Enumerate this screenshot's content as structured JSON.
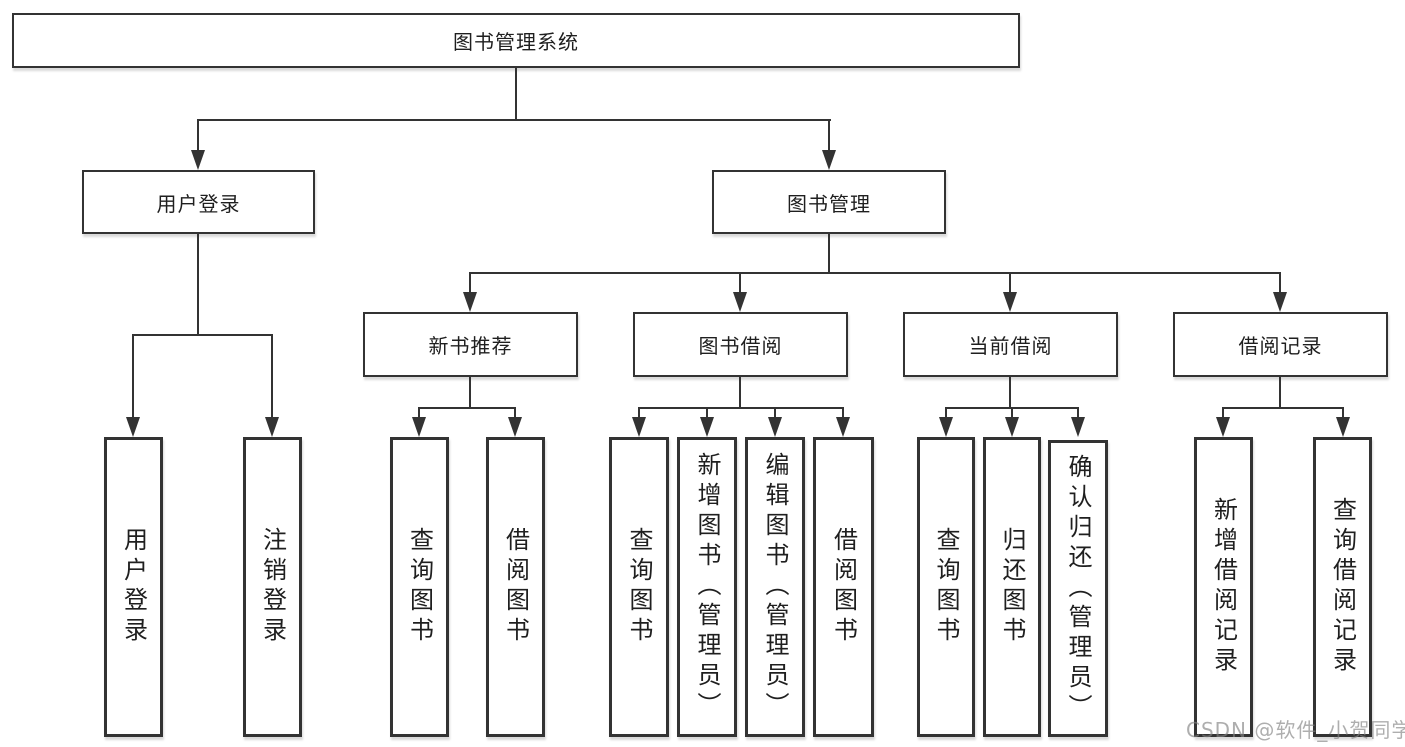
{
  "root": {
    "label": "图书管理系统"
  },
  "branches": [
    {
      "label": "用户登录",
      "children": [
        {
          "label": "用户登录"
        },
        {
          "label": "注销登录"
        }
      ]
    },
    {
      "label": "图书管理",
      "children": [
        {
          "label": "新书推荐",
          "children": [
            {
              "label": "查询图书"
            },
            {
              "label": "借阅图书"
            }
          ]
        },
        {
          "label": "图书借阅",
          "children": [
            {
              "label": "查询图书"
            },
            {
              "label": "新增图书（管理员）"
            },
            {
              "label": "编辑图书（管理员）"
            },
            {
              "label": "借阅图书"
            }
          ]
        },
        {
          "label": "当前借阅",
          "children": [
            {
              "label": "查询图书"
            },
            {
              "label": "归还图书"
            },
            {
              "label": "确认归还（管理员）"
            }
          ]
        },
        {
          "label": "借阅记录",
          "children": [
            {
              "label": "新增借阅记录"
            },
            {
              "label": "查询借阅记录"
            }
          ]
        }
      ]
    }
  ],
  "watermark": {
    "text": "CSDN @软件_小贺同学"
  },
  "colors": {
    "line": "#333333",
    "text": "#1f1f1f",
    "background": "#ffffff",
    "watermark": "#828282"
  }
}
